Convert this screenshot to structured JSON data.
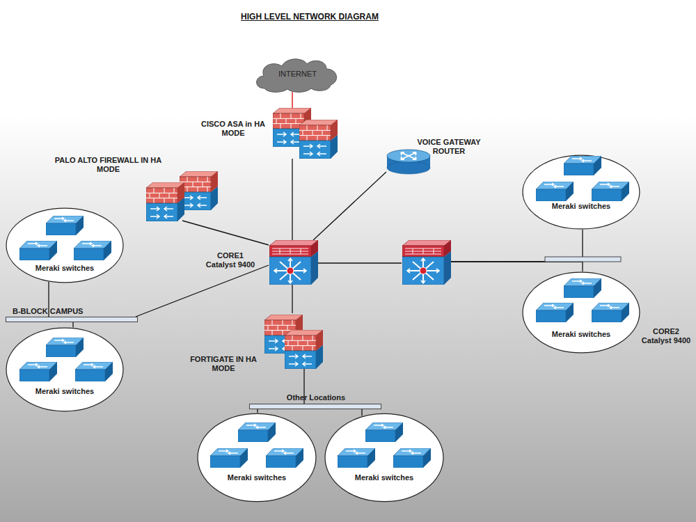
{
  "diagram": {
    "title": "HIGH LEVEL NETWORK DIAGRAM",
    "nodes": [
      {
        "text": [
          "INTERNET"
        ]
      },
      {
        "text": [
          "CISCO ASA in HA MODE"
        ]
      },
      {
        "text": [
          "VOICE GATEWAY ROUTER"
        ]
      },
      {
        "text": [
          "PALO ALTO FIREWALL IN HA MODE"
        ]
      },
      {
        "text": [
          "Meraki switches"
        ]
      },
      {
        "text": [
          "Meraki switches"
        ]
      },
      {
        "text": [
          "CORE1 Catalyst 9400"
        ]
      },
      {
        "text": [
          "CORE2 Catalyst 9400"
        ]
      },
      {
        "text": [
          "B-BLOCK CAMPUS"
        ]
      },
      {
        "text": [
          "Meraki switches"
        ]
      },
      {
        "text": [
          "Meraki switches"
        ]
      },
      {
        "text": [
          "FORTIGATE IN HA MODE"
        ]
      },
      {
        "text": [
          "Other Locations"
        ]
      },
      {
        "text": [
          "Meraki switches"
        ]
      },
      {
        "text": [
          "Meraki switches"
        ]
      }
    ],
    "edges": [
      {
        "from": 0,
        "to": 1,
        "arrow": "none"
      },
      {
        "from": 1,
        "to": 6,
        "arrow": "none"
      },
      {
        "from": 6,
        "to": 2,
        "arrow": "none"
      },
      {
        "from": 3,
        "to": 6,
        "arrow": "none"
      },
      {
        "from": 6,
        "to": 7,
        "arrow": "none"
      },
      {
        "from": 6,
        "to": 8,
        "arrow": "none"
      },
      {
        "from": 6,
        "to": 11,
        "arrow": "none"
      },
      {
        "from": 7,
        "to": 4,
        "arrow": "none"
      },
      {
        "from": 7,
        "to": 9,
        "arrow": "none"
      },
      {
        "from": 8,
        "to": 5,
        "arrow": "none"
      },
      {
        "from": 8,
        "to": 10,
        "arrow": "none"
      },
      {
        "from": 11,
        "to": 12,
        "arrow": "none"
      },
      {
        "from": 12,
        "to": 13,
        "arrow": "none"
      },
      {
        "from": 12,
        "to": 14,
        "arrow": "none"
      }
    ]
  }
}
